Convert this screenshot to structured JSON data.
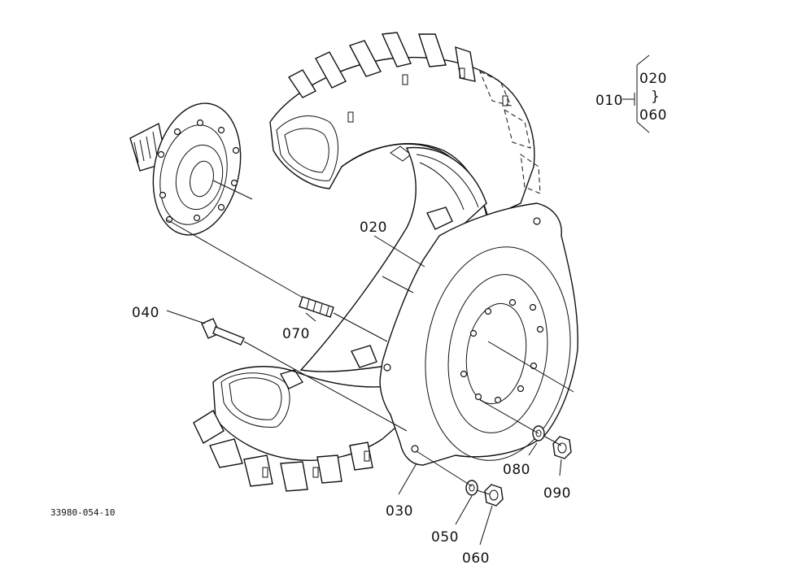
{
  "diagram": {
    "drawing_code": "33980-054-10",
    "part_labels": {
      "p010": "010",
      "p020_range": "020",
      "p060_range": "060",
      "range_symbol": "}",
      "p020": "020",
      "p030": "030",
      "p040": "040",
      "p050": "050",
      "p060": "060",
      "p070": "070",
      "p080": "080",
      "p090": "090"
    }
  }
}
